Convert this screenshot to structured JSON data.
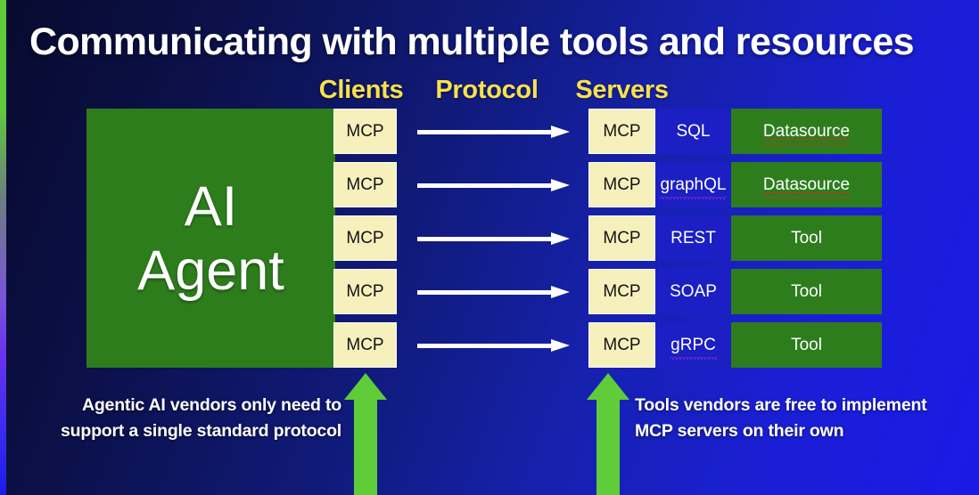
{
  "slide": {
    "title": "Communicating with multiple tools and resources",
    "background_start": "#080a2e",
    "background_end": "#1a1ae6",
    "accent_yellow": "#f7e14e",
    "accent_green": "#2d7d1d",
    "arrow_green": "#5ecd39",
    "mcp_box_color": "#f6f0bd",
    "protocol_cell_color": "#1b1fc4"
  },
  "headers": {
    "clients": "Clients",
    "protocol": "Protocol",
    "servers": "Servers"
  },
  "agent": {
    "label": "AI\nAgent"
  },
  "clients": [
    {
      "label": "MCP"
    },
    {
      "label": "MCP"
    },
    {
      "label": "MCP"
    },
    {
      "label": "MCP"
    },
    {
      "label": "MCP"
    }
  ],
  "servers": [
    {
      "mcp": "MCP",
      "protocol": "SQL",
      "target": "Datasource",
      "protocol_squiggle": "none",
      "target_squiggle": "red",
      "target_underlined": true
    },
    {
      "mcp": "MCP",
      "protocol": "graphQL",
      "target": "Datasource",
      "protocol_squiggle": "pink",
      "target_squiggle": "red",
      "target_underlined": true
    },
    {
      "mcp": "MCP",
      "protocol": "REST",
      "target": "Tool",
      "protocol_squiggle": "none",
      "target_squiggle": "none",
      "target_underlined": false
    },
    {
      "mcp": "MCP",
      "protocol": "SOAP",
      "target": "Tool",
      "protocol_squiggle": "none",
      "target_squiggle": "none",
      "target_underlined": false
    },
    {
      "mcp": "MCP",
      "protocol": "gRPC",
      "target": "Tool",
      "protocol_squiggle": "pink",
      "target_squiggle": "none",
      "target_underlined": false
    }
  ],
  "captions": {
    "left": "Agentic AI vendors only need to support a single standard protocol",
    "right": "Tools vendors are free to implement MCP servers on their own"
  },
  "icons": {
    "flow_arrow": "right-arrow-icon",
    "emphasis_arrow": "up-arrow-icon"
  }
}
